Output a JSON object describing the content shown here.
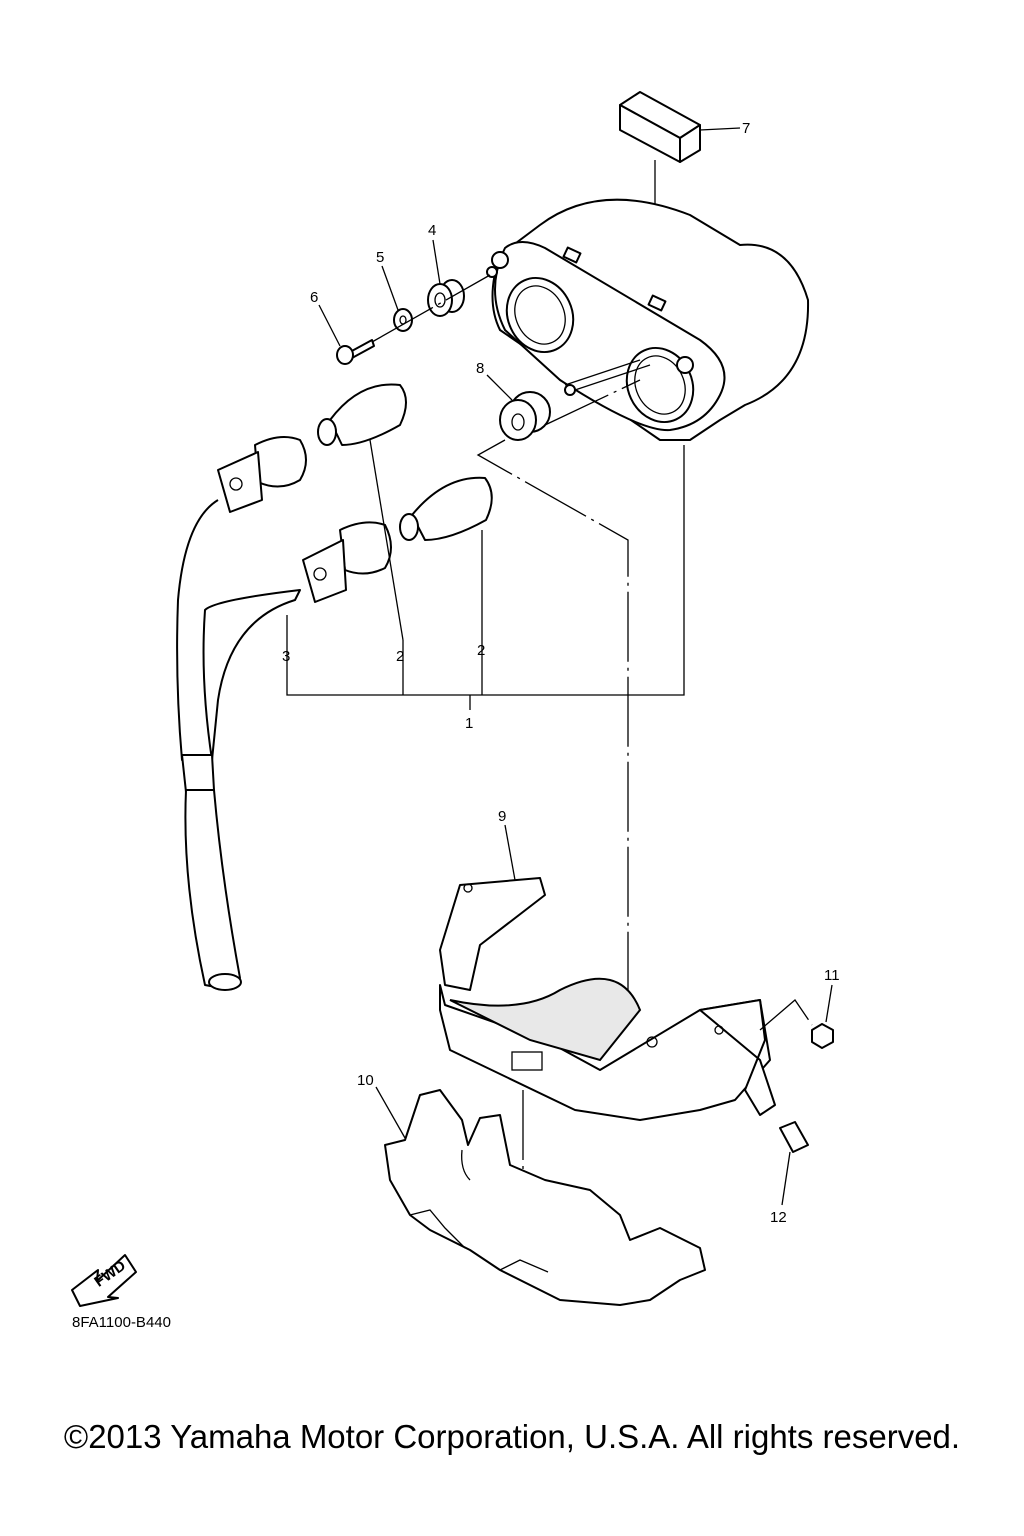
{
  "callouts": {
    "c1": "1",
    "c2a": "2",
    "c2b": "2",
    "c3": "3",
    "c4": "4",
    "c5": "5",
    "c6": "6",
    "c7": "7",
    "c8": "8",
    "c9": "9",
    "c10": "10",
    "c11": "11",
    "c12": "12"
  },
  "fwd_label": "FWD",
  "diagram_code": "8FA1100-B440",
  "copyright": "©2013 Yamaha Motor Corporation, U.S.A. All rights reserved."
}
